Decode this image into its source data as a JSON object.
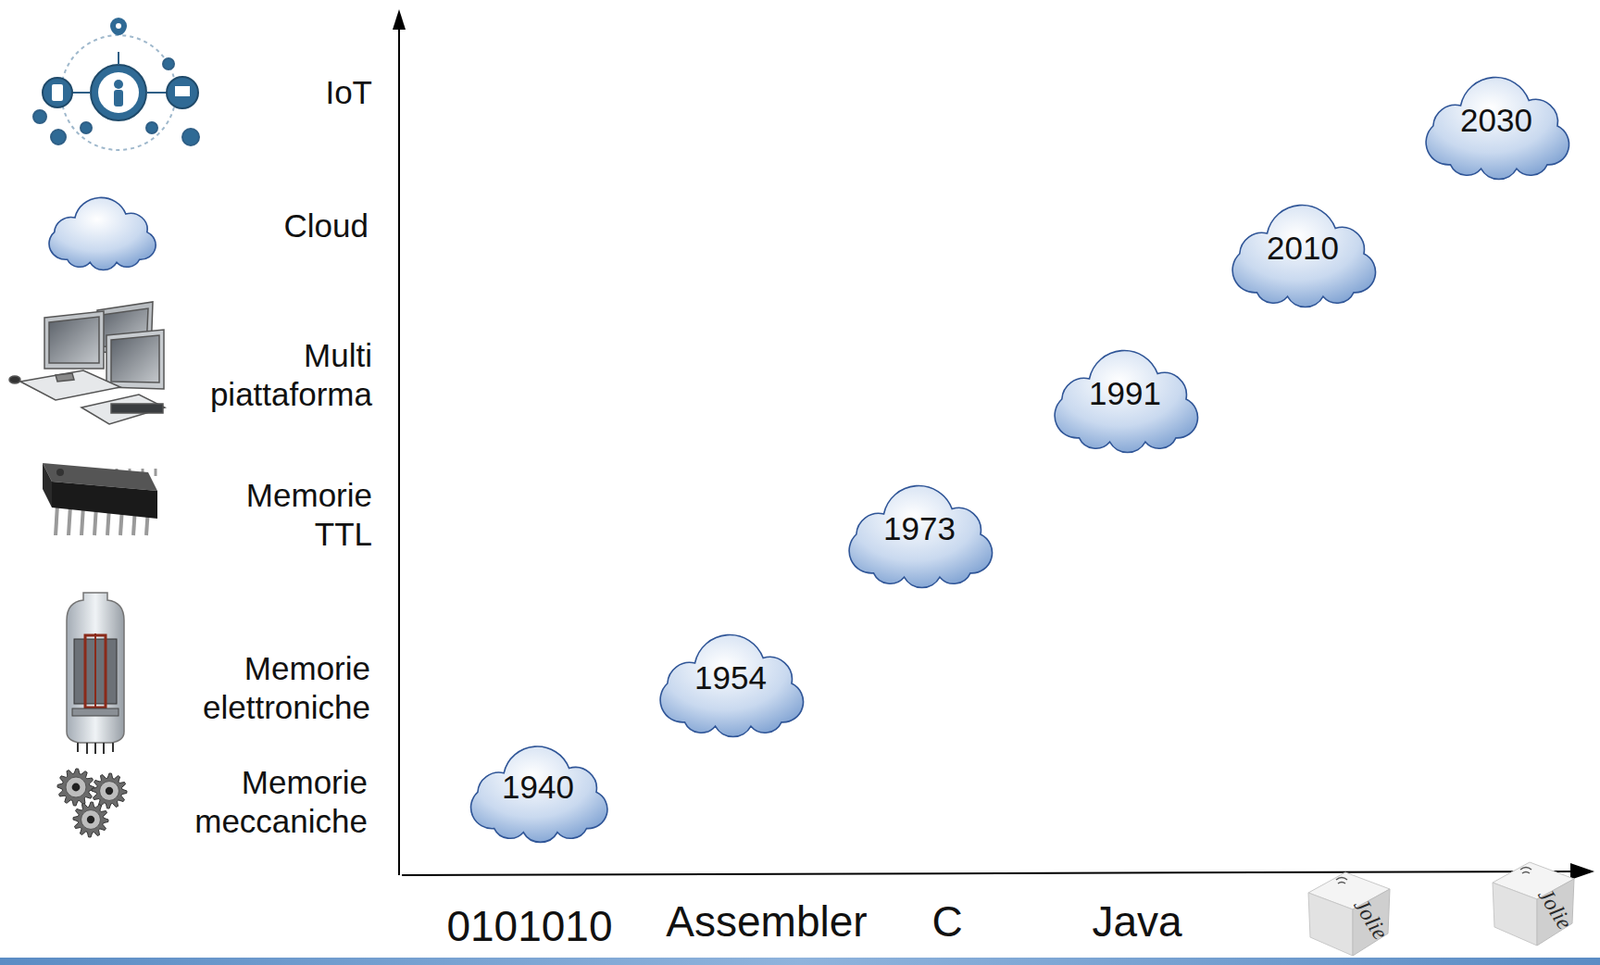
{
  "diagram": {
    "nodes": [
      {
        "text": [
          "1940"
        ]
      },
      {
        "text": [
          "1954"
        ]
      },
      {
        "text": [
          "1973"
        ]
      },
      {
        "text": [
          "1991"
        ]
      },
      {
        "text": [
          "2010"
        ]
      },
      {
        "text": [
          "2030"
        ]
      }
    ],
    "labels": [
      "IoT",
      "Cloud",
      "Multi piattaforma",
      "Memorie TTL",
      "Memorie elettroniche",
      "Memorie meccaniche",
      "0101010",
      "Assembler",
      "C",
      "Java",
      "Jolie",
      "Jolie"
    ]
  }
}
